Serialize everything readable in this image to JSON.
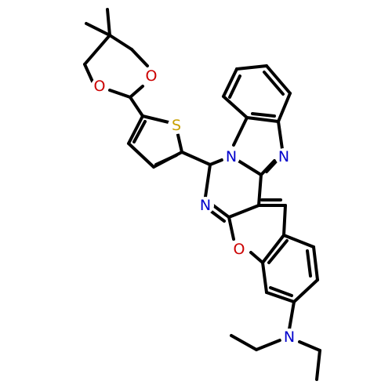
{
  "molecule": {
    "atoms": {
      "o_dioxane_top": {
        "symbol": "O",
        "color": "#cc0000"
      },
      "o_dioxane_left": {
        "symbol": "O",
        "color": "#cc0000"
      },
      "s_thiophene": {
        "symbol": "S",
        "color": "#c8a000"
      },
      "n_imidazole_bridge": {
        "symbol": "N",
        "color": "#0000cc"
      },
      "n_imidazole_right": {
        "symbol": "N",
        "color": "#0000cc"
      },
      "n_pyrimidine": {
        "symbol": "N",
        "color": "#0000cc"
      },
      "o_chromene": {
        "symbol": "O",
        "color": "#cc0000"
      },
      "n_amine": {
        "symbol": "N",
        "color": "#0000cc"
      }
    }
  }
}
